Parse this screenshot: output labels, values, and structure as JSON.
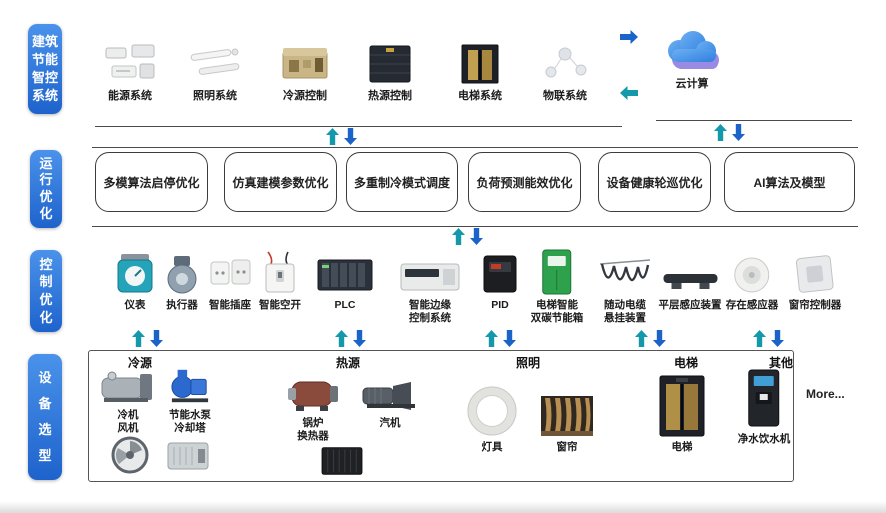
{
  "colors": {
    "side_label_blue": "#2b74d9",
    "arrow_blue": "#1b63c9",
    "arrow_teal": "#1498ac",
    "box_border": "#3c3c3c",
    "cloud_blue": "#2f7fe0",
    "cloud_purple": "#8f7fe2",
    "energy_box_green": "#2ea14c"
  },
  "rows": {
    "systems": {
      "title": "建筑节能智控系统",
      "side_label": "建筑\n节能\n智控\n系统",
      "items": [
        {
          "label": "能源系统",
          "icon": "energy-system-icon"
        },
        {
          "label": "照明系统",
          "icon": "lighting-system-icon"
        },
        {
          "label": "冷源控制",
          "icon": "cooling-control-icon"
        },
        {
          "label": "热源控制",
          "icon": "heating-control-icon"
        },
        {
          "label": "电梯系统",
          "icon": "elevator-system-icon"
        },
        {
          "label": "物联系统",
          "icon": "iot-system-icon"
        }
      ],
      "cloud": {
        "label": "云计算",
        "icon": "cloud-icon"
      }
    },
    "operation": {
      "title": "运行优化",
      "side_label": "运\n行\n优\n化",
      "boxes": [
        "多模算法启停优化",
        "仿真建模参数优化",
        "多重制冷模式调度",
        "负荷预测能效优化",
        "设备健康轮巡优化",
        "AI算法及模型"
      ]
    },
    "control": {
      "title": "控制优化",
      "side_label": "控\n制\n优\n化",
      "items": [
        {
          "label": "仪表",
          "icon": "meter-icon"
        },
        {
          "label": "执行器",
          "icon": "actuator-icon"
        },
        {
          "label": "智能插座",
          "icon": "smart-socket-icon"
        },
        {
          "label": "智能空开",
          "icon": "smart-breaker-icon"
        },
        {
          "label": "PLC",
          "icon": "plc-icon"
        },
        {
          "label": "智能边缘\n控制系统",
          "icon": "edge-control-icon"
        },
        {
          "label": "PID",
          "icon": "pid-icon"
        },
        {
          "label": "电梯智能\n双碳节能箱",
          "icon": "elevator-energy-box-icon"
        },
        {
          "label": "随动电缆\n悬挂装置",
          "icon": "festoon-cable-icon"
        },
        {
          "label": "平层感应装置",
          "icon": "leveling-sensor-icon"
        },
        {
          "label": "存在感应器",
          "icon": "presence-sensor-icon"
        },
        {
          "label": "窗帘控制器",
          "icon": "curtain-controller-icon"
        }
      ]
    },
    "equipment": {
      "title": "设备选型",
      "side_label": "设\n备\n选\n型",
      "groups": [
        {
          "header": "冷源",
          "items": [
            {
              "label": "冷机\n风机",
              "icon": "chiller-icon"
            },
            {
              "label": "节能水泵\n冷却塔",
              "icon": "pump-icon"
            },
            {
              "icon": "fan-icon"
            },
            {
              "icon": "cooling-unit-icon"
            }
          ]
        },
        {
          "header": "热源",
          "items": [
            {
              "label": "锅炉\n换热器",
              "icon": "boiler-icon"
            },
            {
              "label": "汽机",
              "icon": "turbine-icon"
            },
            {
              "icon": "heat-exchanger-icon"
            }
          ]
        },
        {
          "header": "照明",
          "items": [
            {
              "label": "灯具",
              "icon": "ring-lamp-icon"
            },
            {
              "label": "窗帘",
              "icon": "curtain-icon"
            }
          ]
        },
        {
          "header": "电梯",
          "items": [
            {
              "label": "电梯",
              "icon": "elevator-icon"
            }
          ]
        },
        {
          "header": "其他",
          "items": [
            {
              "label": "净水饮水机",
              "icon": "water-dispenser-icon"
            }
          ]
        }
      ],
      "more_label": "More..."
    }
  }
}
